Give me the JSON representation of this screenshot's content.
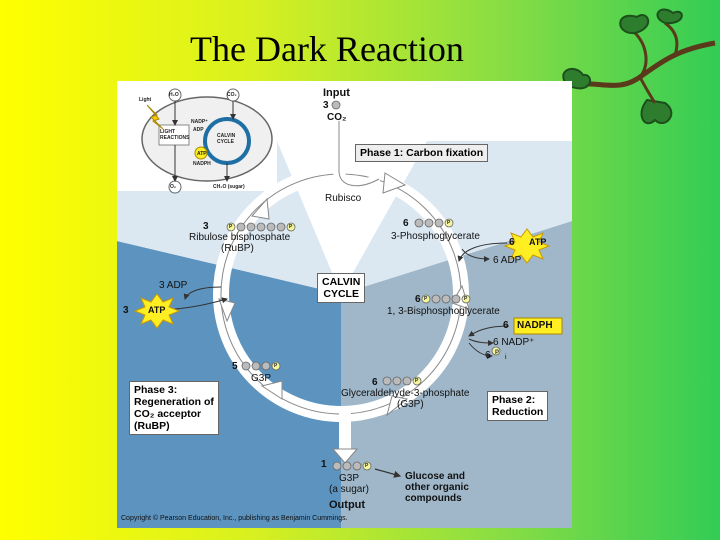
{
  "title": "The Dark Reaction",
  "colors": {
    "background_left": "#ffff00",
    "background_right": "#33cc55",
    "phase_blue": "#5d93bf",
    "phase_grey": "#9fb7c9",
    "atp_yellow": "#ffee22"
  },
  "inset": {
    "h2o": "H₂O",
    "co2": "CO₂",
    "light": "Light",
    "light_reactions": "LIGHT REACTIONS",
    "calvin": "CALVIN CYCLE",
    "nadp": "NADP⁺",
    "adp": "ADP",
    "atp": "ATP",
    "nadph": "NADPH",
    "o2": "O₂",
    "sugar": "CH₂O (sugar)"
  },
  "input": {
    "heading": "Input",
    "count": "3",
    "molecule": "CO₂"
  },
  "phase1": "Phase 1: Carbon fixation",
  "phase2": {
    "line1": "Phase 2:",
    "line2": "Reduction"
  },
  "phase3": {
    "line1": "Phase 3:",
    "line2": "Regeneration of",
    "line3": "CO₂ acceptor",
    "line4": "(RuBP)"
  },
  "rubisco": "Rubisco",
  "calvin": {
    "line1": "CALVIN",
    "line2": "CYCLE"
  },
  "rubp": {
    "count": "3",
    "name": "Ribulose bisphosphate",
    "abbr": "(RuBP)"
  },
  "pga": {
    "count": "6",
    "name": "3-Phosphoglycerate"
  },
  "atp_in_right": {
    "count": "6",
    "label": "ATP"
  },
  "adp_right": "6 ADP",
  "bpg": {
    "count": "6",
    "name": "1, 3-Bisphosphoglycerate"
  },
  "nadph_in": {
    "count": "6",
    "label": "NADPH"
  },
  "nadp_out": "6 NADP⁺",
  "pi_out": {
    "count": "6",
    "p": "P",
    "sub": "i"
  },
  "g3p_6": {
    "count": "6",
    "name": "Glyceraldehyde-3-phosphate",
    "abbr": "(G3P)"
  },
  "g3p_5": {
    "count": "5",
    "name": "G3P"
  },
  "adp_left": "3 ADP",
  "atp_in_left": {
    "count": "3",
    "label": "ATP"
  },
  "output": {
    "count": "1",
    "name": "G3P",
    "sub": "(a sugar)",
    "label": "Output"
  },
  "glucose": {
    "line1": "Glucose and",
    "line2": "other organic",
    "line3": "compounds"
  },
  "phosphate_symbol": "P",
  "copyright": "Copyright © Pearson Education, Inc., publishing as Benjamin Cummings."
}
